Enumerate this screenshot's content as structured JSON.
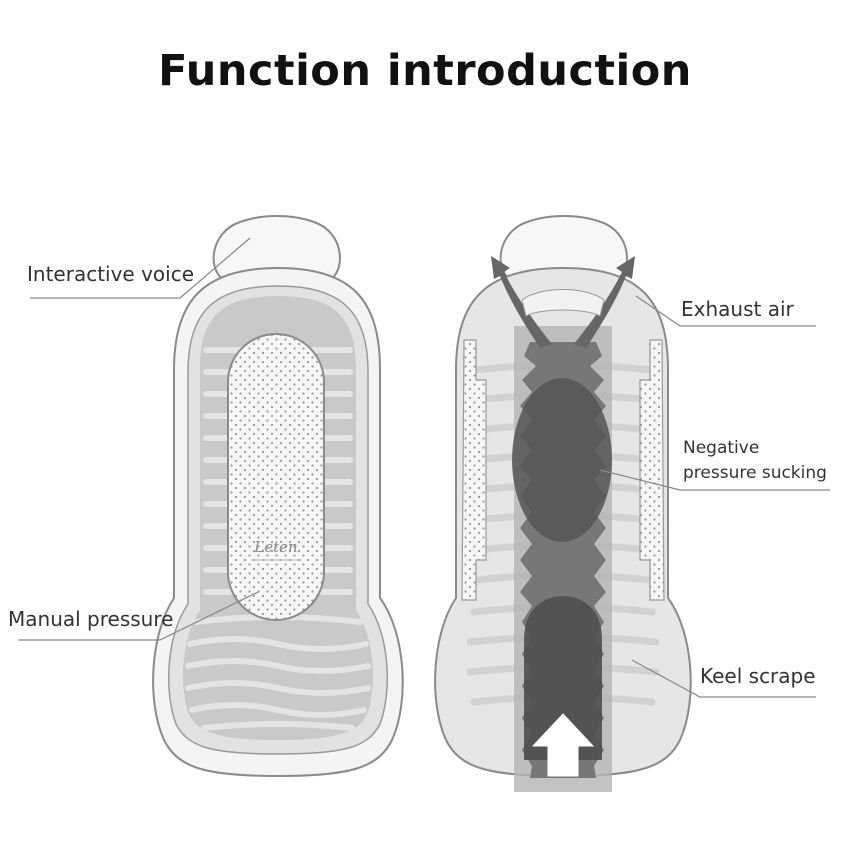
{
  "title": "Function introduction",
  "left_product": {
    "logo_text": "Leten",
    "callouts": {
      "interactive_voice": "Interactive voice",
      "manual_pressure": "Manual pressure"
    }
  },
  "right_product": {
    "callouts": {
      "exhaust_air": "Exhaust air",
      "negative_pressure_line1": "Negative",
      "negative_pressure_line2": "pressure sucking",
      "keel_scrape": "Keel scrape"
    }
  },
  "colors": {
    "outline": "#8a8a8a",
    "body_fill": "#e6e6e6",
    "inner_fill": "#c8c8c8",
    "core_dark": "#6b6b6b",
    "core_darker": "#4a4a4a",
    "text": "#333333"
  },
  "icons": [
    "up-arrow-icon",
    "exhaust-arrow-icon"
  ]
}
